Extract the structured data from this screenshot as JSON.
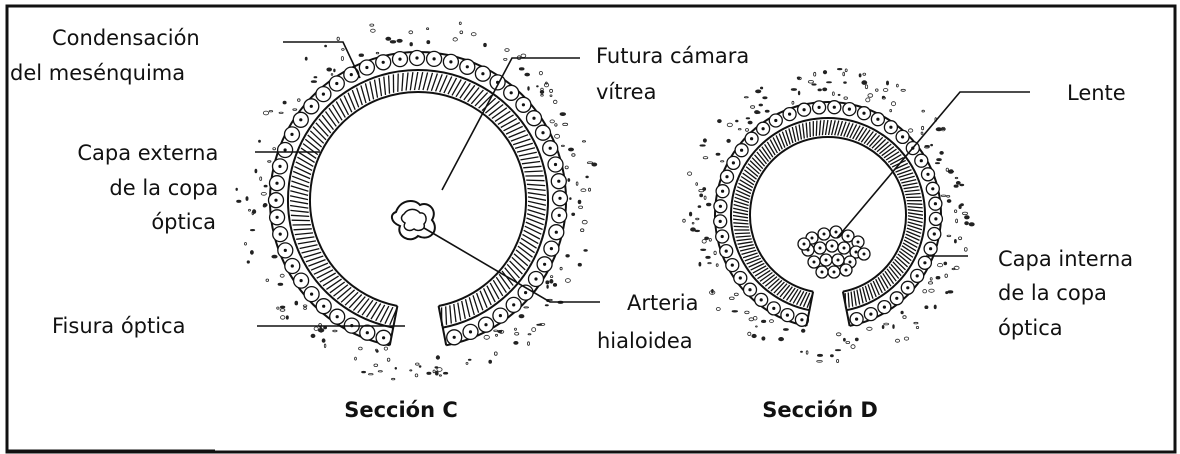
{
  "labels": {
    "condensacion": [
      "Condensación",
      "del  mesénquima"
    ],
    "futura_camara": [
      "Futura cámara",
      "vítrea"
    ],
    "capa_externa": [
      "Capa externa",
      "de la copa",
      "óptica"
    ],
    "fisura": [
      "Fisura óptica"
    ],
    "arteria": [
      "Arteria",
      "hialoidea"
    ],
    "lente": [
      "Lente"
    ],
    "capa_interna": [
      "Capa interna",
      "de la copa",
      "óptica"
    ]
  },
  "captions": {
    "seccion_c": "Sección C",
    "seccion_d": "Sección D"
  }
}
